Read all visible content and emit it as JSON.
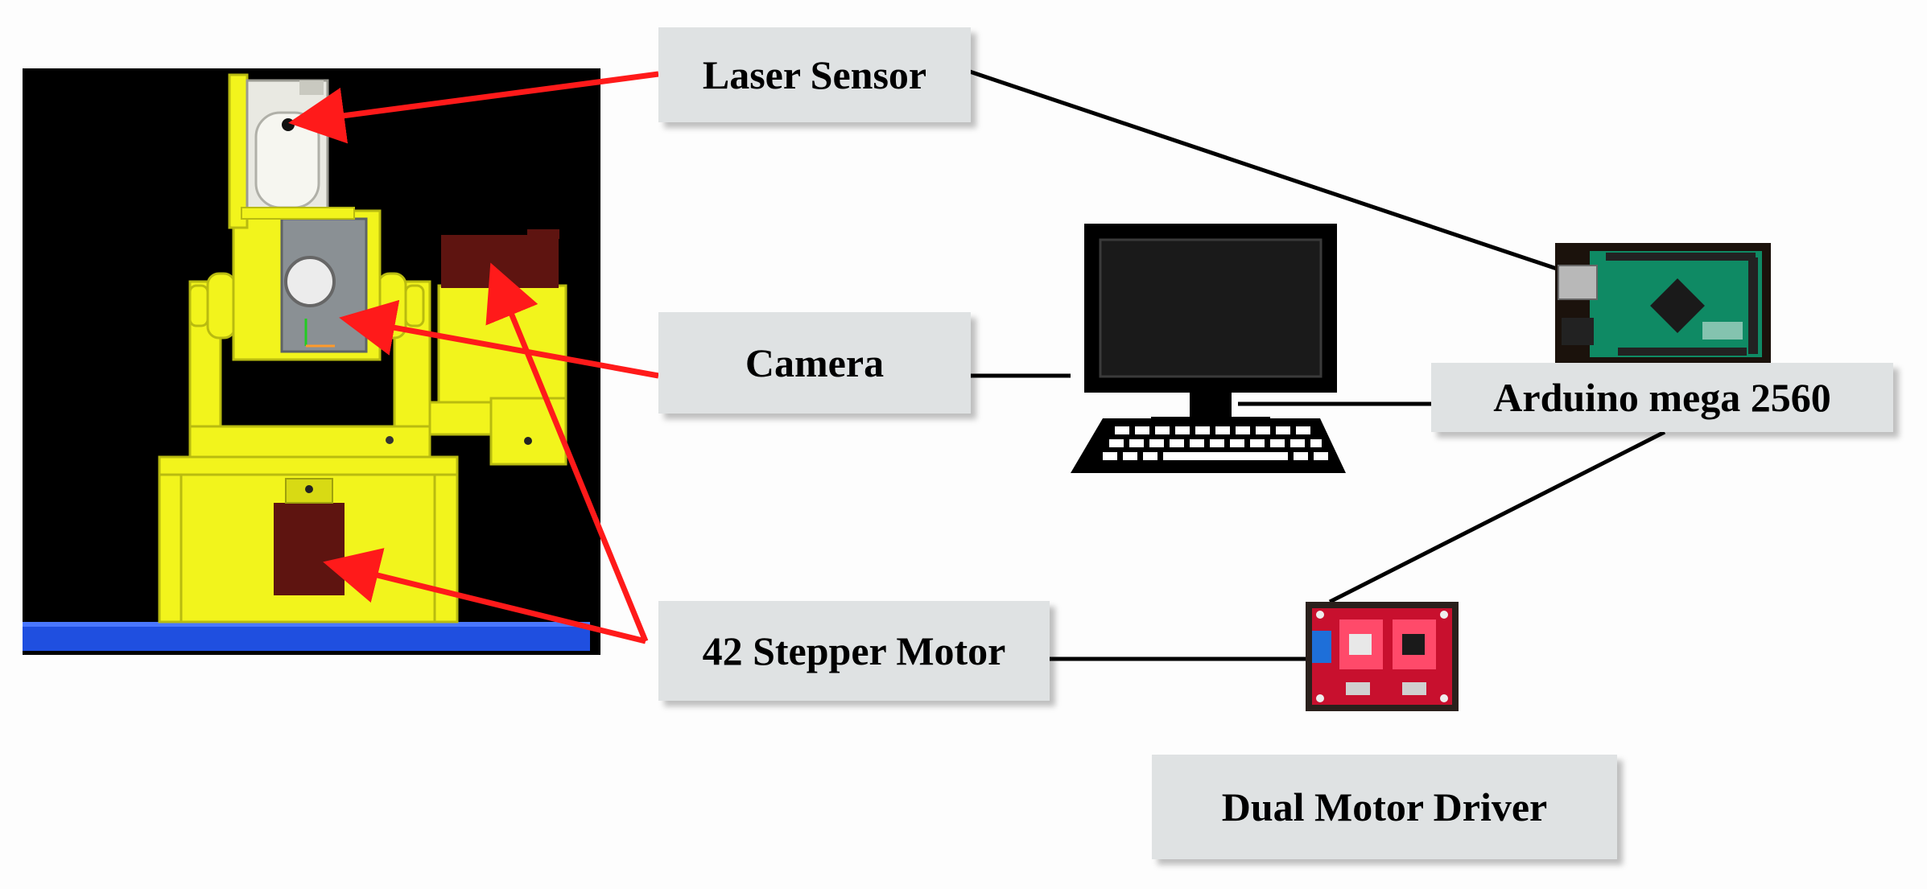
{
  "labels": {
    "laser_sensor": "Laser Sensor",
    "camera": "Camera",
    "stepper_motor": "42 Stepper Motor",
    "arduino": "Arduino mega 2560",
    "motor_driver": "Dual Motor Driver"
  },
  "colors": {
    "arrow": "#ff1a1a",
    "connector": "#000000",
    "model_body": "#f2f41c",
    "model_background": "#000000",
    "model_base": "#1f4fe0",
    "motor_block": "#5e1410",
    "camera_block": "#8a9094",
    "sensor_block": "#e9e9e2",
    "arduino_board": "#0f8a64",
    "driver_board": "#c8102e",
    "label_box": "#dfe2e3"
  },
  "icons": {
    "computer": "desktop-computer-icon",
    "arduino": "arduino-board-photo",
    "driver": "motor-driver-board-photo"
  }
}
